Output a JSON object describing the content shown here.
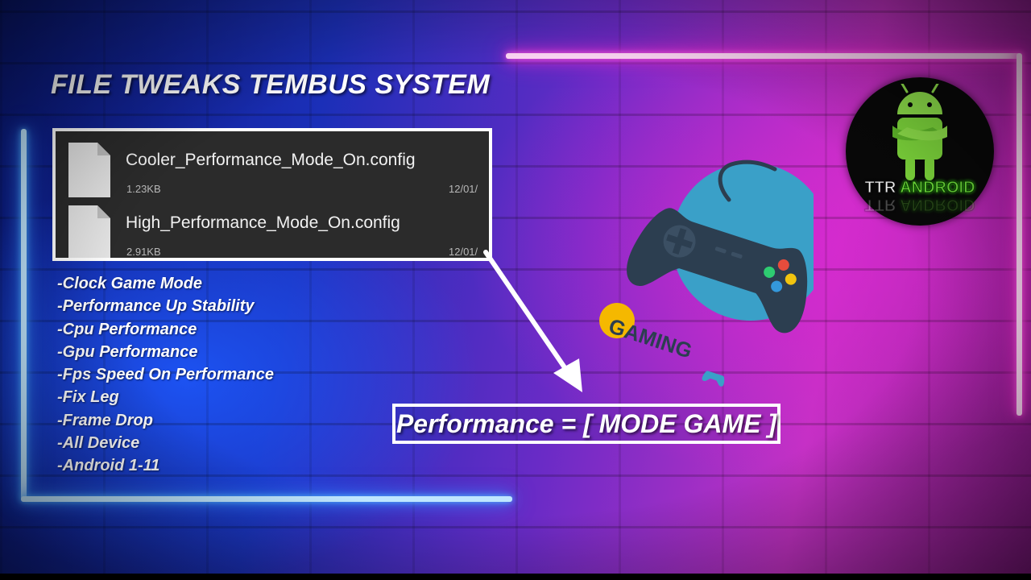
{
  "title": "FILE TWEAKS TEMBUS SYSTEM",
  "files": [
    {
      "name": "Cooler_Performance_Mode_On.config",
      "size": "1.23KB",
      "date": "12/01/"
    },
    {
      "name": "High_Performance_Mode_On.config",
      "size": "2.91KB",
      "date": "12/01/"
    }
  ],
  "features": [
    "-Clock Game Mode",
    "-Performance Up Stability",
    "-Cpu Performance",
    "-Gpu Performance",
    "-Fps Speed On Performance",
    "-Fix Leg",
    "-Frame Drop",
    "-All Device",
    "-Android 1-11"
  ],
  "performance_label": "Performance = [ MODE GAME ]",
  "gaming_logo": {
    "text": "GAMING",
    "icon": "gamepad-icon",
    "circle_color": "#3aa0c8",
    "pad_color": "#2c3e50"
  },
  "ttr_logo": {
    "word1": "TTR",
    "word2": "ANDROID",
    "icon": "android-robot-icon",
    "accent": "#6ddc3a"
  },
  "colors": {
    "neon_blue": "#4fb6ff",
    "neon_pink": "#ff2fd5",
    "panel_bg": "#2b2b2b",
    "text": "#ffffff"
  }
}
